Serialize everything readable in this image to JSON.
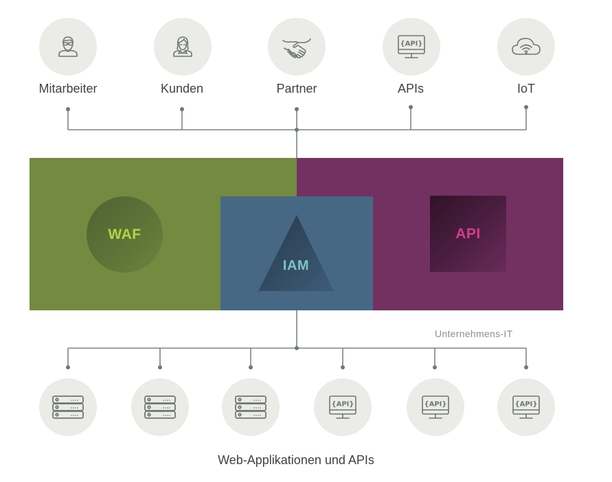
{
  "diagram": {
    "colors": {
      "icon_bg": "#ebebe7",
      "icon_stroke": "#6e7676",
      "connector": "#7a8585",
      "waf_zone": "#738a40",
      "api_zone": "#733162",
      "iam_zone": "#466885",
      "waf_text": "#b4d24a",
      "api_text": "#d03f8f",
      "iam_text": "#7fc3c0"
    },
    "sources": [
      {
        "label": "Mitarbeiter",
        "icon": "employee-icon"
      },
      {
        "label": "Kunden",
        "icon": "customer-icon"
      },
      {
        "label": "Partner",
        "icon": "handshake-icon"
      },
      {
        "label": "APIs",
        "icon": "api-monitor-icon"
      },
      {
        "label": "IoT",
        "icon": "cloud-wifi-icon"
      }
    ],
    "zones": {
      "waf": "WAF",
      "iam": "IAM",
      "api": "API"
    },
    "enterprise_label": "Unternehmens-IT",
    "targets": [
      {
        "icon": "server-icon"
      },
      {
        "icon": "server-icon"
      },
      {
        "icon": "server-icon"
      },
      {
        "icon": "api-monitor-icon"
      },
      {
        "icon": "api-monitor-icon"
      },
      {
        "icon": "api-monitor-icon"
      }
    ],
    "targets_label": "Web-Applikationen und APIs"
  }
}
